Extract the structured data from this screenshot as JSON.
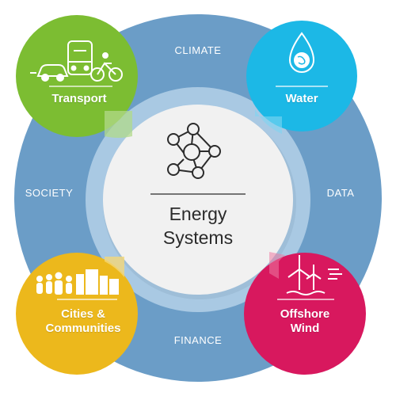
{
  "diagram": {
    "center": {
      "title_line1": "Energy",
      "title_line2": "Systems",
      "icon": "network-nodes-icon"
    },
    "ring_labels": {
      "top": "CLIMATE",
      "left": "SOCIETY",
      "right": "DATA",
      "bottom": "FINANCE"
    },
    "nodes": [
      {
        "id": "transport",
        "label_line1": "Transport",
        "label_line2": "",
        "icon": "vehicles-icon",
        "color": "#7cbd32"
      },
      {
        "id": "water",
        "label_line1": "Water",
        "label_line2": "",
        "icon": "water-drop-globe-icon",
        "color": "#1cb8e6"
      },
      {
        "id": "cities",
        "label_line1": "Cities &",
        "label_line2": "Communities",
        "icon": "city-people-icon",
        "color": "#ecb81c"
      },
      {
        "id": "wind",
        "label_line1": "Offshore",
        "label_line2": "Wind",
        "icon": "wind-turbines-icon",
        "color": "#d8185e"
      }
    ],
    "colors": {
      "ring_outer": "#6b9dc7",
      "ring_inner_band": "#a9c9e3",
      "center_fill": "#f1f1f1",
      "center_text": "#2b2b2b"
    }
  }
}
